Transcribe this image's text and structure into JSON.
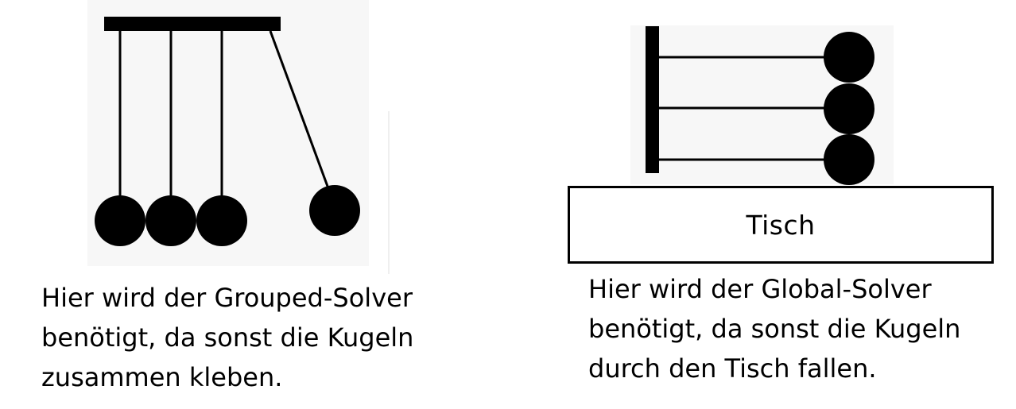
{
  "left_panel": {
    "caption_lines": [
      "Hier wird der Grouped-Solver",
      "benötigt, da sonst die Kugeln",
      "zusammen kleben."
    ]
  },
  "right_panel": {
    "table_label": "Tisch",
    "caption_lines": [
      "Hier wird der Global-Solver",
      "benötigt, da sonst die Kugeln",
      "durch den Tisch fallen."
    ]
  },
  "colors": {
    "ink": "#000000",
    "panel_background": "#f7f7f7"
  }
}
